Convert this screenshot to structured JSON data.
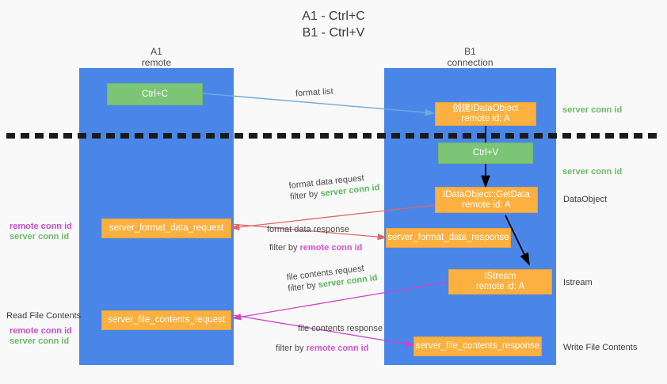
{
  "title": {
    "line1": "A1 - Ctrl+C",
    "line2": "B1 - Ctrl+V"
  },
  "lanes": [
    {
      "name": "A1",
      "sub": "remote"
    },
    {
      "name": "B1",
      "sub": "connection"
    }
  ],
  "colors": {
    "lane": "#4a86e8",
    "green_box": "#7cc576",
    "orange_box": "#fbb040",
    "server_conn": "#5cb85c",
    "remote_conn": "#d456d4",
    "text": "#404040",
    "background": "#f9f9f9",
    "divider": "#1a1a1a",
    "arrow_blue": "#6fa8dc",
    "arrow_red": "#e06666",
    "arrow_magenta": "#cc44cc",
    "arrow_black": "#000000"
  },
  "boxes": {
    "ctrl_c": "Ctrl+C",
    "ctrl_v": "Ctrl+V",
    "create_dataobject_l1": "创建IDataObject",
    "create_dataobject_l2": "remote id: A",
    "getdata_l1": "IDataObject::GetData",
    "getdata_l2": "remote id: A",
    "istream_l1": "IStream",
    "istream_l2": "remote id: A",
    "server_format_data_request": "server_format_data_request",
    "server_format_data_response": "server_format_data_response",
    "server_file_contents_request": "server_file_contents_request",
    "server_file_contents_response": "server_file_contents_response"
  },
  "edges": {
    "format_list": "format list",
    "format_data_request": "format data request",
    "format_data_request_filter_pre": "filter by ",
    "format_data_request_filter_key": "server conn id",
    "format_data_response": "format data response",
    "format_data_response_filter_pre": "filter by ",
    "format_data_response_filter_key": "remote conn id",
    "file_contents_request": "file contents request",
    "file_contents_request_filter_pre": "filter by ",
    "file_contents_request_filter_key": "server conn id",
    "file_contents_response": "file contents response",
    "file_contents_response_filter_pre": "filter by ",
    "file_contents_response_filter_key": "remote conn id"
  },
  "annotations": {
    "right_server_conn_top": "server conn id",
    "right_server_conn_mid": "server conn id",
    "right_dataobject": "DataObject",
    "right_istream": "Istream",
    "right_write_file_contents": "Write File Contents",
    "left_remote_conn_1": "remote conn id",
    "left_server_conn_1": "server conn id",
    "left_read_file_contents": "Read File Contents",
    "left_remote_conn_2": "remote conn id",
    "left_server_conn_2": "server conn id"
  }
}
